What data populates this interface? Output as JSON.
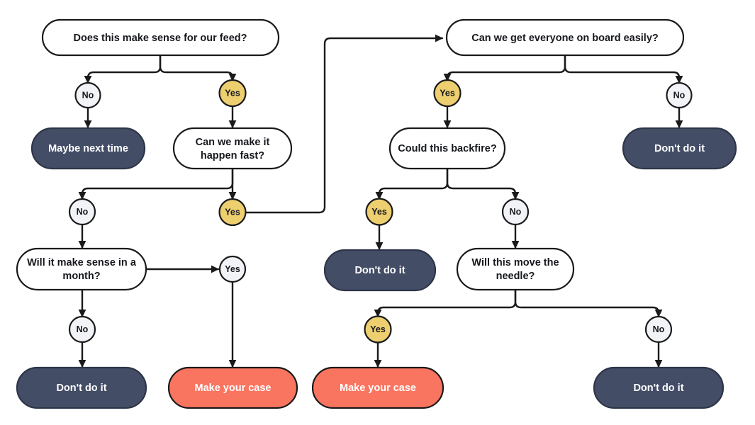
{
  "diagram": {
    "title": "Decision flowchart",
    "background": "#ffffff",
    "palette": {
      "question_fill": "#FFFFFF",
      "negative_fill": "#434D66",
      "positive_fill": "#FA7560",
      "yes_chip_fill": "#EDCF70",
      "plain_chip_fill": "#F1F3F6",
      "stroke": "#1A1A1A",
      "dark_text": "#16181D",
      "light_text": "#FFFFFF"
    }
  },
  "nodes": {
    "q_feed": "Does this make sense for our feed?",
    "q_fast": "Can we make it\nhappen fast?",
    "q_month": "Will it make sense in a\nmonth?",
    "q_board": "Can we get everyone on board easily?",
    "q_backfire": "Could this backfire?",
    "q_needle": "Will this move the\nneedle?",
    "t_maybe": "Maybe next time",
    "t_dont_1": "Don't do it",
    "t_dont_2": "Don't do it",
    "t_dont_3": "Don't do it",
    "t_dont_4": "Don't do it",
    "t_make_1": "Make your case",
    "t_make_2": "Make your case"
  },
  "chips": {
    "feed_no": "No",
    "feed_yes": "Yes",
    "fast_no": "No",
    "fast_yes": "Yes",
    "month_yes": "Yes",
    "month_no": "No",
    "board_yes": "Yes",
    "board_no": "No",
    "backfire_yes": "Yes",
    "backfire_no": "No",
    "needle_yes": "Yes",
    "needle_no": "No"
  }
}
